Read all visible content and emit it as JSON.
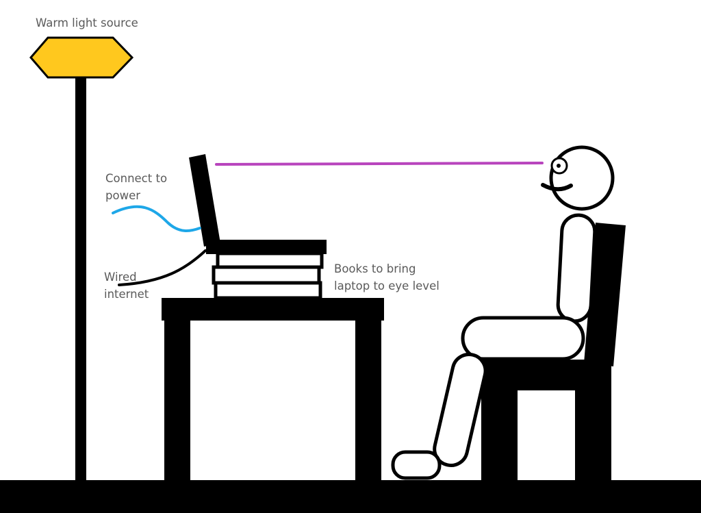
{
  "labels": {
    "light": "Warm light source",
    "power": [
      "Connect to",
      "power"
    ],
    "internet": [
      "Wired",
      "internet"
    ],
    "books": [
      "Books to bring",
      "laptop to eye level"
    ]
  },
  "colors": {
    "lamp": "#ffc81e",
    "power_cable": "#1ea7e8",
    "sight_line": "#b844bd",
    "ink": "#000000"
  }
}
